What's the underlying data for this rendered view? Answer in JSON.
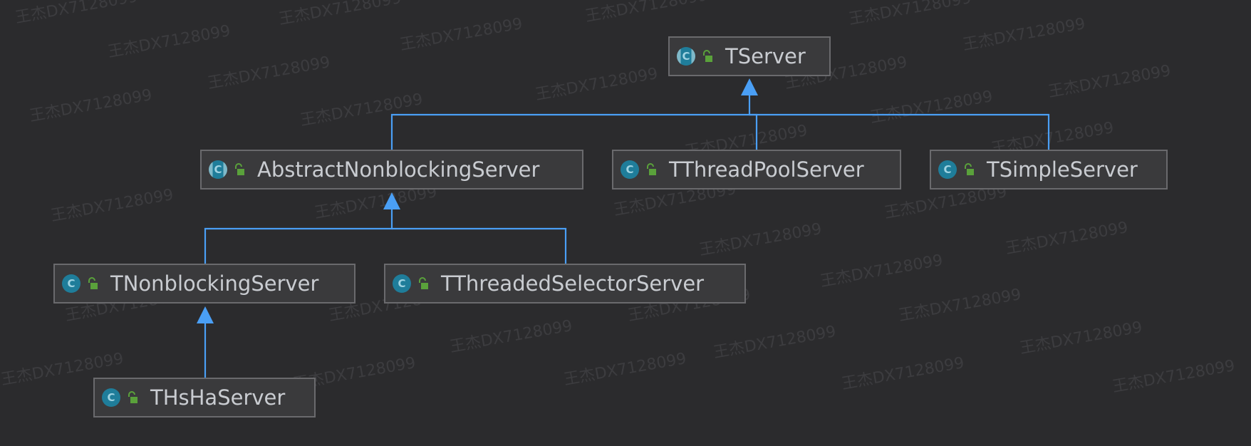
{
  "diagram": {
    "nodes": [
      {
        "id": "tserver",
        "label": "TServer",
        "icon": "abstract-class-icon"
      },
      {
        "id": "abstract-nonblocking-server",
        "label": "AbstractNonblockingServer",
        "icon": "abstract-class-icon"
      },
      {
        "id": "tthreadpool-server",
        "label": "TThreadPoolServer",
        "icon": "class-icon"
      },
      {
        "id": "tsimple-server",
        "label": "TSimpleServer",
        "icon": "class-icon"
      },
      {
        "id": "tnonblocking-server",
        "label": "TNonblockingServer",
        "icon": "class-icon"
      },
      {
        "id": "tthreaded-selector-server",
        "label": "TThreadedSelectorServer",
        "icon": "class-icon"
      },
      {
        "id": "thsha-server",
        "label": "THsHaServer",
        "icon": "class-icon"
      }
    ],
    "edges": [
      {
        "from": "abstract-nonblocking-server",
        "to": "tserver",
        "type": "inheritance"
      },
      {
        "from": "tthreadpool-server",
        "to": "tserver",
        "type": "inheritance"
      },
      {
        "from": "tsimple-server",
        "to": "tserver",
        "type": "inheritance"
      },
      {
        "from": "tnonblocking-server",
        "to": "abstract-nonblocking-server",
        "type": "inheritance"
      },
      {
        "from": "tthreaded-selector-server",
        "to": "abstract-nonblocking-server",
        "type": "inheritance"
      },
      {
        "from": "thsha-server",
        "to": "tnonblocking-server",
        "type": "inheritance"
      }
    ],
    "class_icon_letter": "C"
  },
  "watermark": "王杰DX7128099",
  "colors": {
    "background": "#2b2b2d",
    "node_fill": "#3a3a3c",
    "node_border": "#6a6a6d",
    "edge": "#4a9ff5",
    "text": "#c9ccd1",
    "class_icon": "#1f7d9a",
    "visibility_icon": "#5aa13b"
  }
}
